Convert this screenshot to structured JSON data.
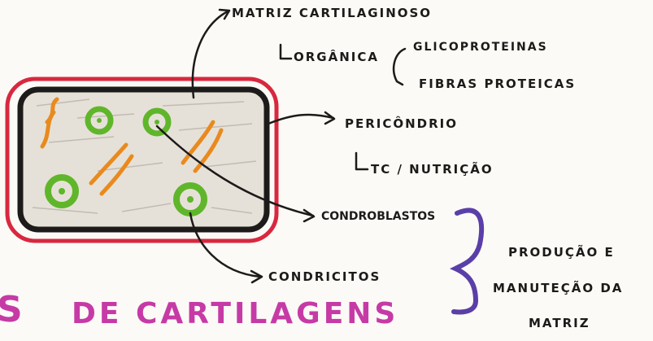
{
  "labels": {
    "matriz": "MATRIZ CARTILAGINOSO",
    "organica": "ORGÂNICA",
    "glicoproteinas": "GLICOPROTEINAS",
    "fibras": "FIBRAS PROTEICAS",
    "pericondrio": "PERICÔNDRIO",
    "tc_nutricao": "TC / NUTRIÇÃO",
    "condroblastos": "CONDROBLASTOS",
    "condricitos": "CONDRICITOS",
    "producao": "PRODUÇÃO E",
    "manutencao": "MANUTEÇÃO DA",
    "matriz_final": "MATRIZ"
  },
  "title": {
    "left_fragment": "S",
    "text": "DE CARTILAGENS"
  },
  "colors": {
    "perichondrium": "#d8283f",
    "outline": "#1d1b1a",
    "matrix_fill": "#e6e1d8",
    "cell": "#5fb62a",
    "fiber": "#e98a1e",
    "brace": "#5a3fa8",
    "title": "#c63aa6"
  },
  "icons": [
    "arrow-icon",
    "branch-icon",
    "brace-icon"
  ]
}
